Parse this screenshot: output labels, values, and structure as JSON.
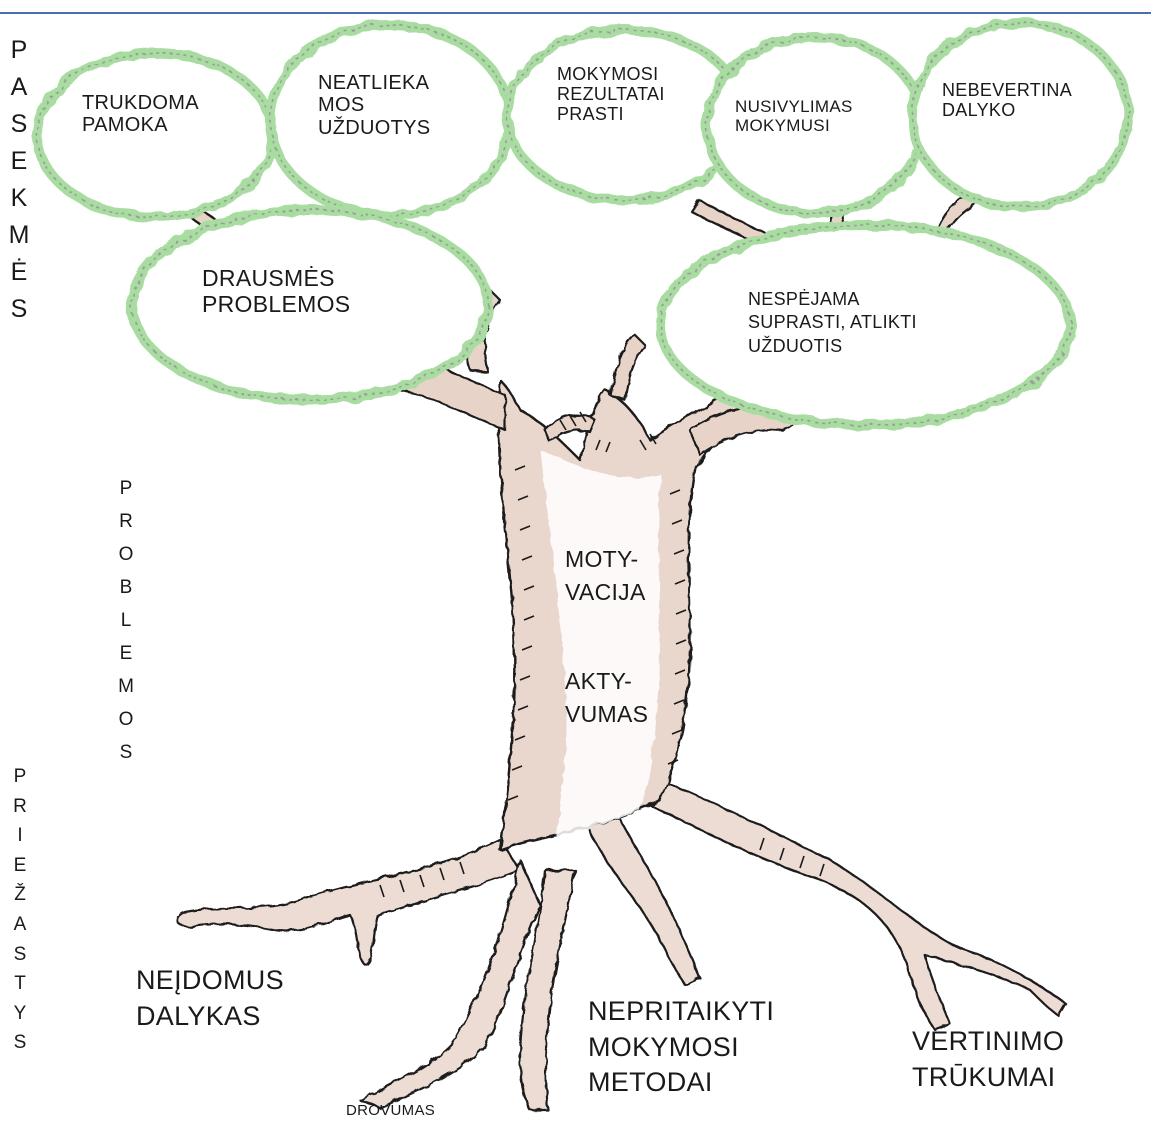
{
  "consequences_label": "PASEKMĖS",
  "problems_label": "PROBLEMOS",
  "causes_label": "PRIEŽASTYS",
  "canopy_nodes": {
    "trukdoma": "TRUKDOMA\nPAMOKA",
    "neatlieka": "NEATLIEKA\nMOS\nUŽDUOTYS",
    "rezultatai": "MOKYMOSI\nREZULTATAI\nPRASTI",
    "nusivylimas": "NUSIVYLIMAS\nMOKYMUSI",
    "nebevertina": "NEBEVERTINA\nDALYKO",
    "draudimes": "DRAUSMĖS\nPROBLEMOS",
    "nespejama": "NESPĖJAMA\nSUPRASTI, ATLIKTI\nUŽDUOTIS"
  },
  "trunk": {
    "motyvacija": "MOTY-\nVACIJA",
    "aktyvumas": "AKTY-\nVUMAS"
  },
  "roots": {
    "neidomus": "NEĮDOMUS\nDALYKAS",
    "netaikyti": "NEPRITAIKYTI\nMOKYMOSI\nMETODAI",
    "vertinimo": "VERTINIMO\nTRŪKUMAI",
    "drovumas": "DROVUMAS"
  },
  "colors": {
    "foliage": "#a8dca0",
    "bark": "#e2c8bc",
    "ink": "#1a1a1a",
    "frame": "#4a6fa8"
  }
}
